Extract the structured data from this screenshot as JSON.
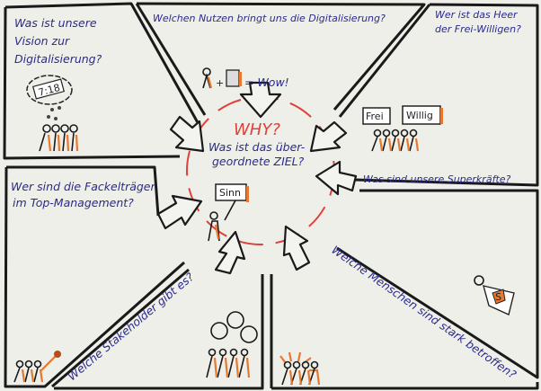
{
  "center": {
    "title": "WHY?",
    "question_line1": "Was ist das über-",
    "question_line2": "geordnete ZIEL?",
    "sign": "Sinn"
  },
  "panels": {
    "vision": {
      "line1": "Was ist unsere",
      "line2": "Vision zur",
      "line3": "Digitalisierung?",
      "cloud_label": "7:18"
    },
    "nutzen": {
      "text": "Welchen Nutzen bringt uns die Digitalisierung?",
      "equation": "= Wow!"
    },
    "freiwillige": {
      "line1": "Wer ist das Heer",
      "line2": "der Frei-Willigen?",
      "sign1": "Frei",
      "sign2": "Willig"
    },
    "fackeltraeger": {
      "line1": "Wer sind die Fackelträger",
      "line2": "im Top-Management?"
    },
    "superkraefte": {
      "text": "Was sind unsere Superkräfte?",
      "badge": "S"
    },
    "stakeholder": {
      "text": "Welche Stakeholder gibt es?"
    },
    "betroffen": {
      "text": "Welche Menschen sind stark betroffen?"
    }
  },
  "colors": {
    "ink": "#2a2a8c",
    "accent": "#e0403a",
    "orange": "#e8782e"
  }
}
